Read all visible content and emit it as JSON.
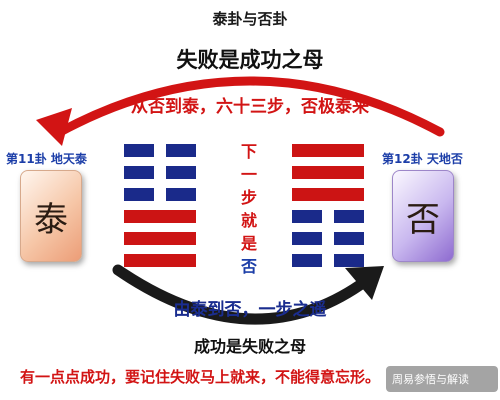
{
  "title": "泰卦与否卦",
  "subtitle_top": "失败是成功之母",
  "arc_label_top": "从否到泰，六十三步，否极泰来",
  "left_hexagram": {
    "caption": "第11卦 地天泰",
    "glyph": "泰",
    "lines": [
      "yin",
      "yin",
      "yin",
      "yang",
      "yang",
      "yang"
    ]
  },
  "right_hexagram": {
    "caption": "第12卦 天地否",
    "glyph": "否",
    "lines": [
      "yang",
      "yang",
      "yang",
      "yin",
      "yin",
      "yin"
    ]
  },
  "vertical_text": [
    "下",
    "一",
    "步",
    "就",
    "是",
    "否"
  ],
  "arc_label_bottom": "由泰到否，一步之遥",
  "subtitle_bottom": "成功是失败之母",
  "bottom_line": "有一点点成功，要记住失败马上就来，不能得意忘形。",
  "watermark": "周易参悟与解读",
  "colors": {
    "yin_line": "#1a2a8a",
    "yang_line": "#cc1414",
    "arrow_red": "#d21414",
    "arrow_dark": "#1a1a1a",
    "text_red": "#d21414",
    "text_blue": "#1c3ea8"
  }
}
